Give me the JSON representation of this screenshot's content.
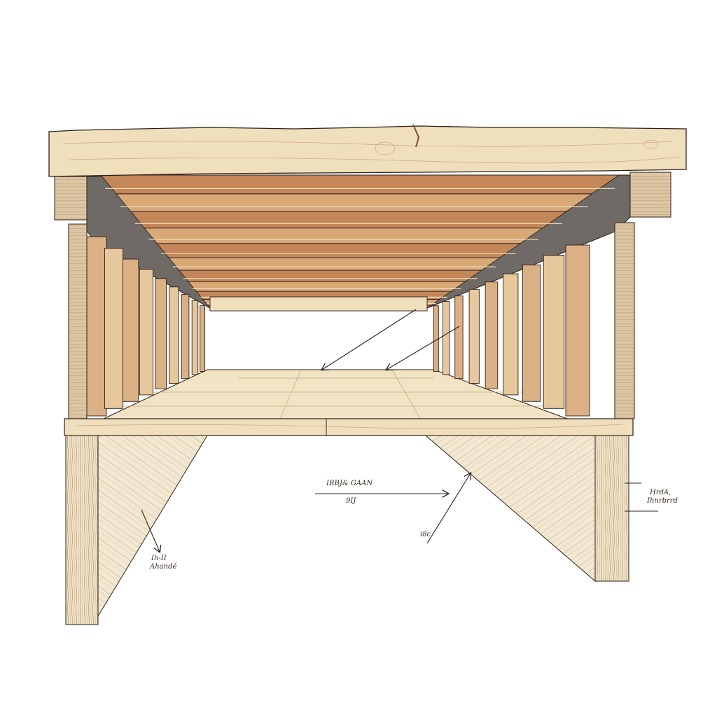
{
  "annotations": [
    {
      "id": "center-label-top",
      "text": "IRBJ& GAAN"
    },
    {
      "id": "center-label-bottom",
      "text": "9IJ"
    },
    {
      "id": "left-label",
      "text": "Ih-II\nAhandé"
    },
    {
      "id": "right-label",
      "text": "HrdA,\nIhnrbrrd"
    },
    {
      "id": "small-label",
      "text": "i8c"
    }
  ],
  "colors": {
    "light_wood": "#f0dfbd",
    "mid_wood": "#d9a877",
    "dark_wood": "#c4875a",
    "shadow": "#6f6a66",
    "ink": "#2d2018",
    "paper": "#ffffff"
  },
  "icons": [
    "wood-grain-texture",
    "arrow"
  ]
}
